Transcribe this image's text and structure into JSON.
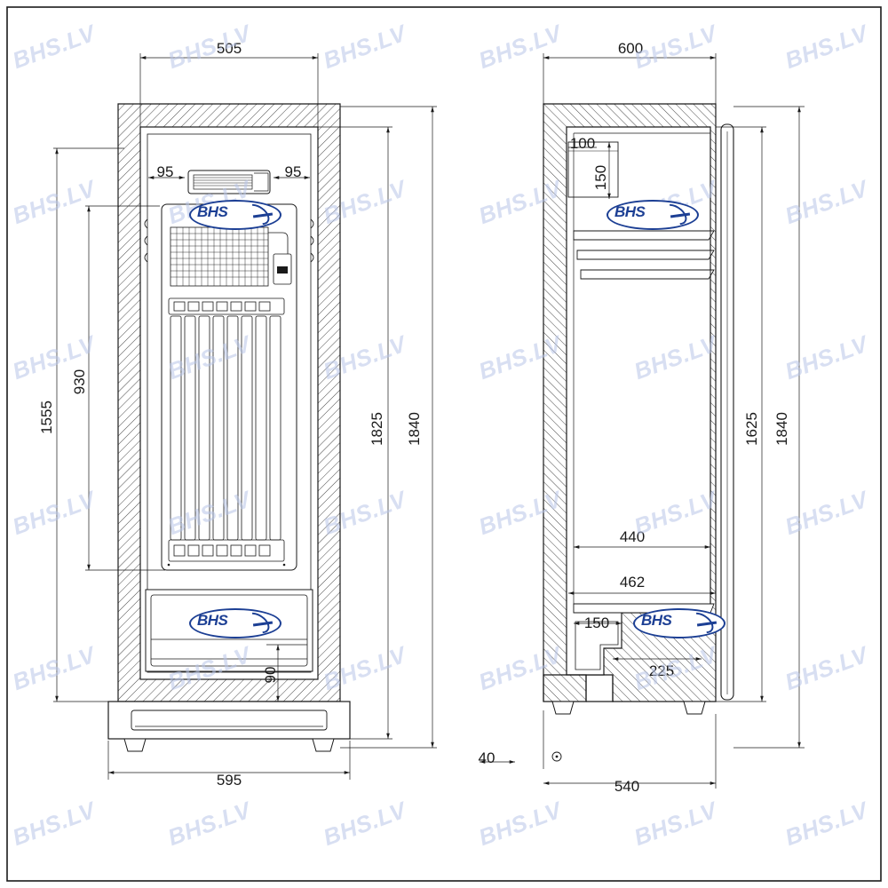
{
  "document": {
    "type": "technical-drawing",
    "title": "Refrigerated cabinet dimensional drawing",
    "views": [
      {
        "name": "front-view",
        "label": ""
      },
      {
        "name": "side-view",
        "label": ""
      }
    ]
  },
  "watermark": {
    "text": "BHS.LV",
    "color": "#b9c6e8",
    "rotation_deg": -20
  },
  "logo": {
    "text": "BHS",
    "color": "#1c3f94",
    "count": 3
  },
  "front_view": {
    "dimensions": {
      "top_width": "505",
      "overall_width_bottom": "595",
      "inner_left": "95",
      "inner_right": "95",
      "height_total": "1840",
      "height_inner": "1825",
      "height_left_outer": "1555",
      "height_left_inner": "930",
      "height_base_detail": "90"
    }
  },
  "side_view": {
    "dimensions": {
      "top_depth": "600",
      "bottom_depth": "540",
      "foot_offset": "40",
      "height_total": "1840",
      "height_inner": "1625",
      "shelf_offset_top": "100",
      "shelf_drop": "150",
      "inner_depth_upper": "440",
      "inner_depth_lower": "462",
      "base_step_1": "150",
      "base_step_2": "225"
    }
  },
  "style": {
    "line_color": "#1a1a1a",
    "hatch_color": "#1a1a1a",
    "background": "#ffffff"
  }
}
